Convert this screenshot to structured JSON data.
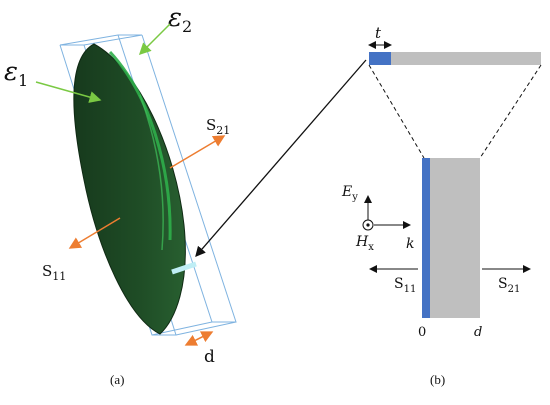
{
  "panel_a": {
    "caption": "(a)",
    "epsilon_1": "ε",
    "epsilon_1_sub": "1",
    "epsilon_2": "ε",
    "epsilon_2_sub": "2",
    "s21": "S",
    "s21_sub": "21",
    "s11": "S",
    "s11_sub": "11",
    "thickness": "d",
    "colors": {
      "ellipsoid_fill": "#1f4d26",
      "ellipsoid_highlight": "#2fae4a",
      "bounding_box": "#7fb3e0",
      "pointer_arrow": "#7ac943",
      "wave_arrow": "#ed7d31",
      "gap_highlight": "#bfeef5"
    }
  },
  "panel_b": {
    "caption": "(b)",
    "t_label": "t",
    "e_label": "E",
    "e_sub": "y",
    "h_label": "H",
    "h_sub": "x",
    "k_label": "k",
    "s11": "S",
    "s11_sub": "11",
    "s21": "S",
    "s21_sub": "21",
    "axis_zero": "0",
    "axis_d": "d",
    "colors": {
      "film": "#4472c4",
      "slab": "#bfbfbf",
      "lines": "#111111"
    }
  }
}
